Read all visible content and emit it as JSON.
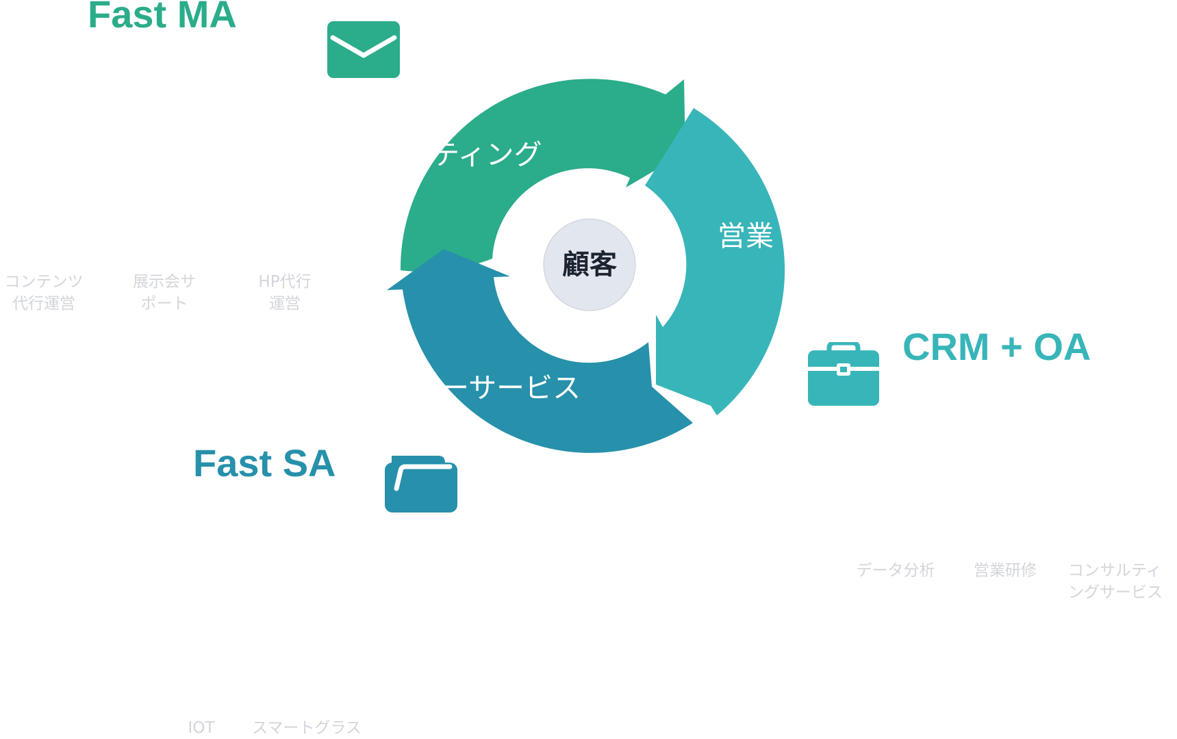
{
  "colors": {
    "green": "#2bac8a",
    "teal": "#38b5b9",
    "blue": "#2790ab",
    "center_fill": "#e2e6ee",
    "faint_text": "#d2d5da"
  },
  "center": {
    "label": "顧客"
  },
  "cycle": {
    "marketing_label": "ティング",
    "sales_label": "営業",
    "service_label": "ーサービス"
  },
  "products": {
    "fast_ma": {
      "title": "Fast MA",
      "icon": "envelope-icon"
    },
    "crm_oa": {
      "title": "CRM + OA",
      "icon": "briefcase-icon"
    },
    "fast_sa": {
      "title": "Fast SA",
      "icon": "folder-icon"
    }
  },
  "ma_services": [
    {
      "line1": "コンテンツ",
      "line2": "代行運営"
    },
    {
      "line1": "展示会サ",
      "line2": "ポート"
    },
    {
      "line1": "HP代行",
      "line2": "運営"
    }
  ],
  "crm_services": [
    {
      "line1": "データ分析",
      "line2": ""
    },
    {
      "line1": "営業研修",
      "line2": ""
    },
    {
      "line1": "コンサルティ",
      "line2": "ングサービス"
    }
  ],
  "sa_services": [
    {
      "line1": "IOT"
    },
    {
      "line1": "スマートグラス"
    }
  ]
}
